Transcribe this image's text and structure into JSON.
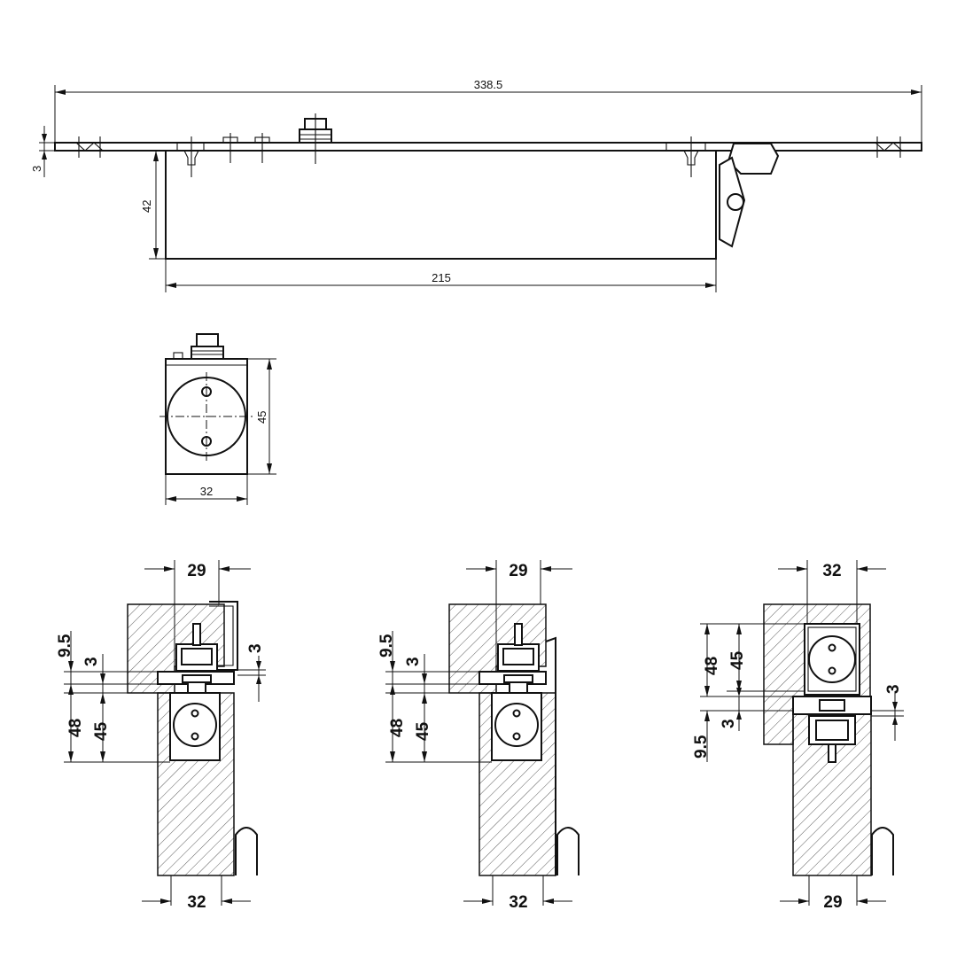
{
  "top_view": {
    "overall_length": "338.5",
    "plate_thickness": "3",
    "body_height": "42",
    "body_length": "215"
  },
  "end_view": {
    "height": "45",
    "width": "32"
  },
  "section_1": {
    "top_width": "29",
    "offset_9_5": "9.5",
    "gap_3_left": "3",
    "gap_3_right": "3",
    "height_48": "48",
    "height_45": "45",
    "bottom_width": "32"
  },
  "section_2": {
    "top_width": "29",
    "offset_9_5": "9.5",
    "gap_3": "3",
    "height_48": "48",
    "height_45": "45",
    "bottom_width": "32"
  },
  "section_3": {
    "top_width": "32",
    "height_48": "48",
    "height_45": "45",
    "gap_3_left": "3",
    "gap_3_right": "3",
    "offset_9_5": "9.5",
    "bottom_width": "29"
  }
}
